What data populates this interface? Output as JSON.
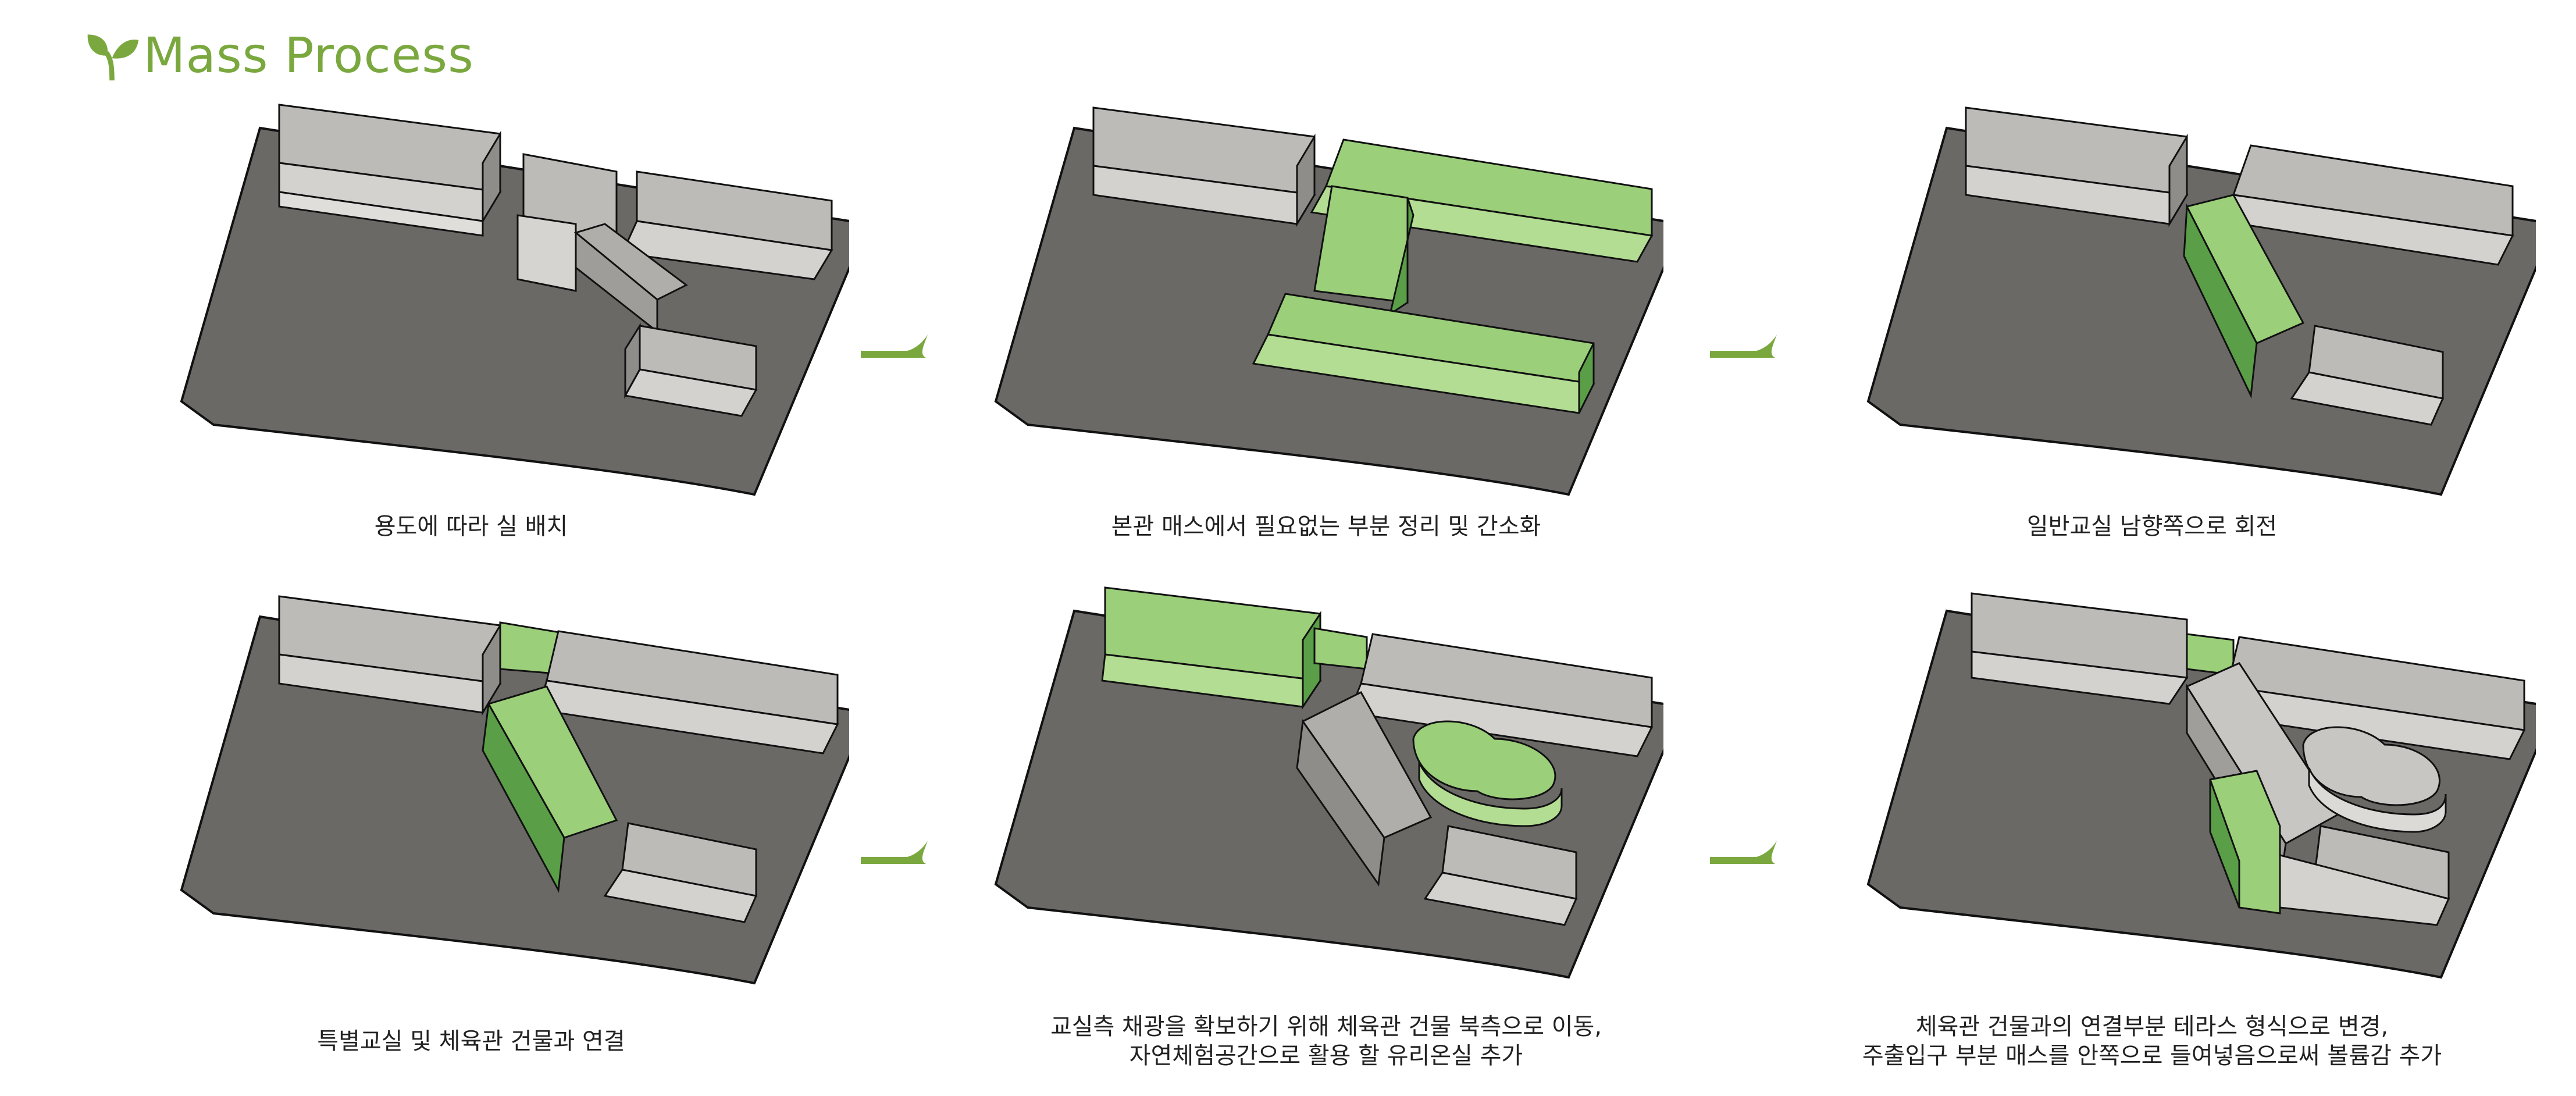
{
  "header": {
    "title": "Mass Process",
    "icon": "leaf-icon",
    "accent": "#7aa83f"
  },
  "colors": {
    "site": "#6b6966",
    "mass_gray": "#c8c6c3",
    "mass_green": "#9bcf7a",
    "arrow": "#7aa83f"
  },
  "steps": [
    {
      "caption_line1": "용도에 따라 실 배치",
      "caption_line2": ""
    },
    {
      "caption_line1": "본관 매스에서 필요없는 부분 정리 및 간소화",
      "caption_line2": ""
    },
    {
      "caption_line1": "일반교실 남향쪽으로 회전",
      "caption_line2": ""
    },
    {
      "caption_line1": "특별교실 및 체육관 건물과 연결",
      "caption_line2": ""
    },
    {
      "caption_line1": "교실측 채광을 확보하기 위해 체육관 건물 북측으로 이동,",
      "caption_line2": "자연체험공간으로 활용 할 유리온실 추가"
    },
    {
      "caption_line1": "체육관 건물과의 연결부분 테라스 형식으로 변경,",
      "caption_line2": "주출입구 부분 매스를 안쪽으로 들여넣음으로써 볼륨감 추가"
    }
  ]
}
